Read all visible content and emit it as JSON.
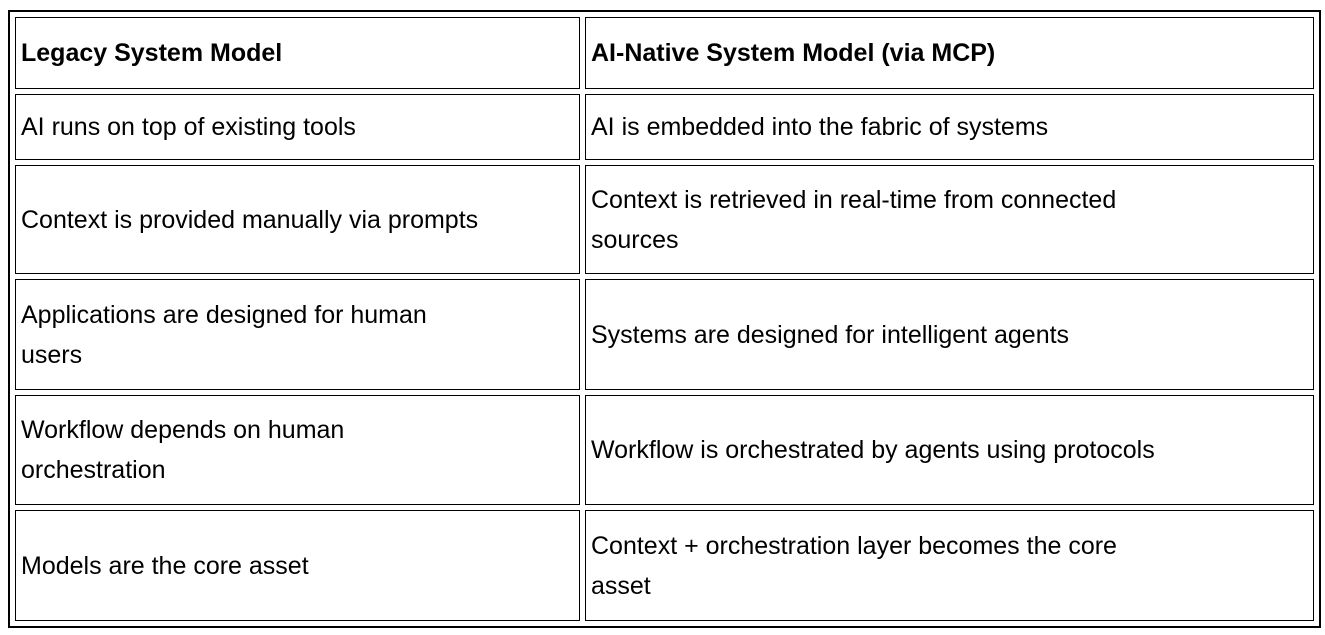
{
  "colors": {
    "border": "#000000",
    "text": "#000000",
    "background": "#ffffff"
  },
  "table": {
    "columns": [
      {
        "header": "Legacy System Model"
      },
      {
        "header": "AI-Native System Model (via MCP)"
      }
    ],
    "rows": [
      {
        "legacy": "AI runs on top of existing tools",
        "ai_native": "AI is embedded into the fabric of systems"
      },
      {
        "legacy": "Context is provided manually via prompts",
        "ai_native": "Context is retrieved in real-time from connected\nsources"
      },
      {
        "legacy": "Applications are designed for human\nusers",
        "ai_native": "Systems are designed for intelligent agents"
      },
      {
        "legacy": "Workflow depends on human\norchestration",
        "ai_native": "Workflow is orchestrated by agents using protocols"
      },
      {
        "legacy": "Models are the core asset",
        "ai_native": "Context + orchestration layer becomes the core\nasset"
      }
    ]
  }
}
